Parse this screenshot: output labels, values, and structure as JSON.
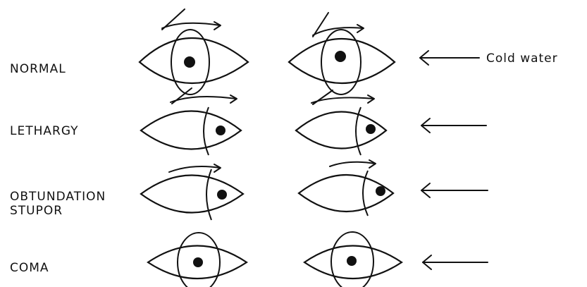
{
  "rows": [
    {
      "label": "NORMAL"
    },
    {
      "label": "LETHARGY"
    },
    {
      "label": "OBTUNDATION\nSTUPOR"
    },
    {
      "label": "COMA"
    }
  ],
  "stimulus": {
    "label": "Cold water"
  }
}
